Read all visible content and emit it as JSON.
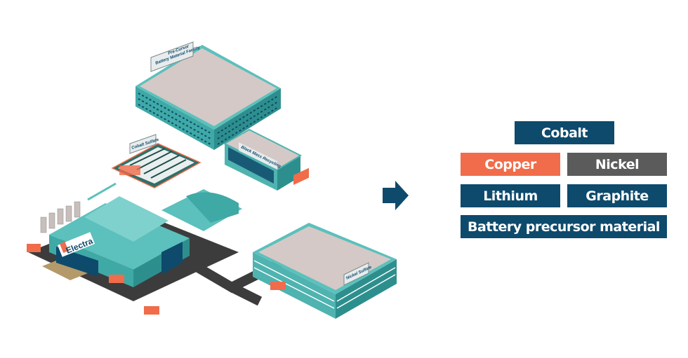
{
  "illustration": {
    "precursor_sign_line1": "Pre-Cursor",
    "precursor_sign_line2": "Battery Material Facility",
    "cobalt_sulfate_sign": "Cobalt Sulfate",
    "black_mass_sign": "Black Mass Recycling",
    "electra_logo": "Electra",
    "nickel_sulfate_sign": "Nickel Sulfate"
  },
  "arrow": {
    "icon": "arrow-right-icon",
    "color": "#0e4a6c"
  },
  "products": [
    {
      "label": "Cobalt",
      "color": "#0e4a6c"
    },
    {
      "label": "Copper",
      "color": "#f06c4a"
    },
    {
      "label": "Nickel",
      "color": "#5b5b5b"
    },
    {
      "label": "Lithium",
      "color": "#0e4a6c"
    },
    {
      "label": "Graphite",
      "color": "#0e4a6c"
    },
    {
      "label": "Battery precursor material",
      "color": "#0e4a6c"
    }
  ]
}
